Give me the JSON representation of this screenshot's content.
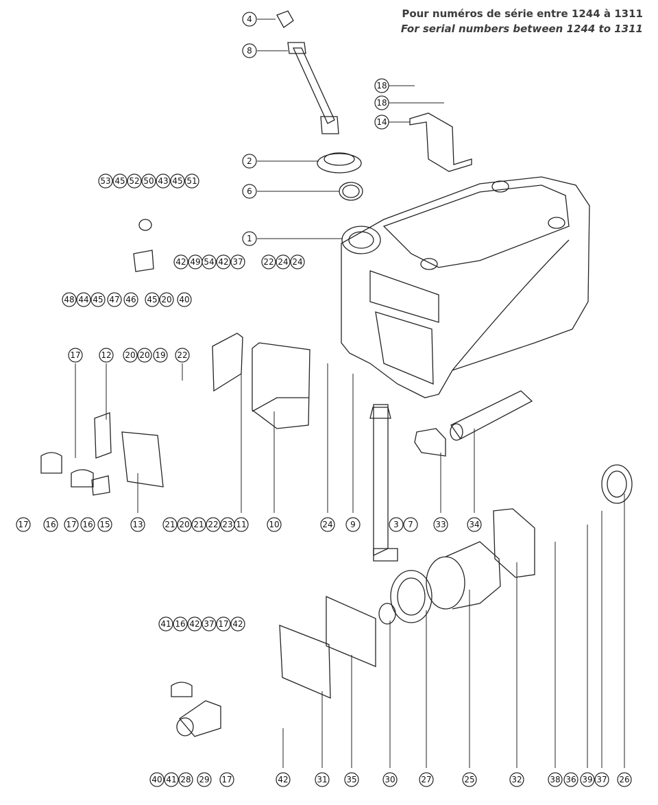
{
  "header": {
    "line_fr": "Pour numéros de série entre 1244 à 1311",
    "line_en": "For serial numbers between 1244 to 1311"
  },
  "callouts": [
    "4",
    "8",
    "18",
    "18",
    "14",
    "2",
    "6",
    "53",
    "45",
    "52",
    "50",
    "43",
    "45",
    "51",
    "1",
    "42",
    "49",
    "54",
    "42",
    "37",
    "22",
    "24",
    "24",
    "48",
    "44",
    "45",
    "47",
    "46",
    "45",
    "20",
    "40",
    "17",
    "12",
    "20",
    "20",
    "19",
    "22",
    "17",
    "16",
    "17",
    "16",
    "15",
    "13",
    "21",
    "20",
    "21",
    "22",
    "23",
    "11",
    "10",
    "24",
    "9",
    "3",
    "7",
    "33",
    "34",
    "26",
    "36",
    "39",
    "37",
    "38",
    "32",
    "25",
    "27",
    "30",
    "35",
    "31",
    "41",
    "16",
    "42",
    "37",
    "17",
    "42",
    "40",
    "41",
    "28",
    "29",
    "17",
    "42"
  ]
}
